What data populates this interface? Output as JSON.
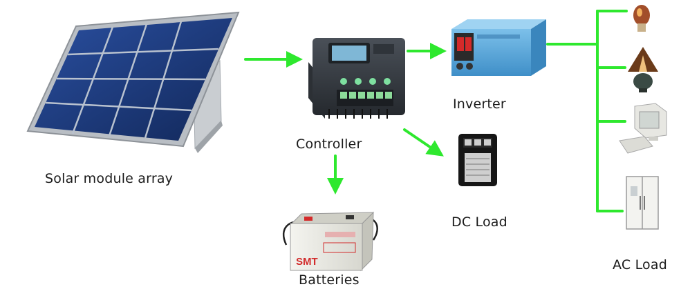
{
  "labels": {
    "solar": "Solar module array",
    "controller": "Controller",
    "inverter": "Inverter",
    "dc_load": "DC Load",
    "batteries": "Batteries",
    "ac_load": "AC Load",
    "battery_brand": "SMT"
  },
  "icons": {
    "solar": "solar-panel-icon",
    "controller": "charge-controller-icon",
    "inverter": "inverter-icon",
    "dc_load": "dc-load-device-icon",
    "battery": "battery-icon",
    "ac_loads": [
      "light-bulb-icon",
      "table-lamp-icon",
      "computer-icon",
      "refrigerator-icon"
    ]
  },
  "colors": {
    "arrow": "#2ee82e",
    "panel_cell": "#1f3f8a",
    "panel_frame": "#b9bec4",
    "controller_body": "#3a3f45",
    "controller_screen": "#7fb7d6",
    "inverter_body": "#4f9fd6",
    "inverter_red": "#d42a2a",
    "battery_body": "#e6e6e0",
    "battery_brand": "#d22b2b",
    "text": "#1a1a1a"
  }
}
